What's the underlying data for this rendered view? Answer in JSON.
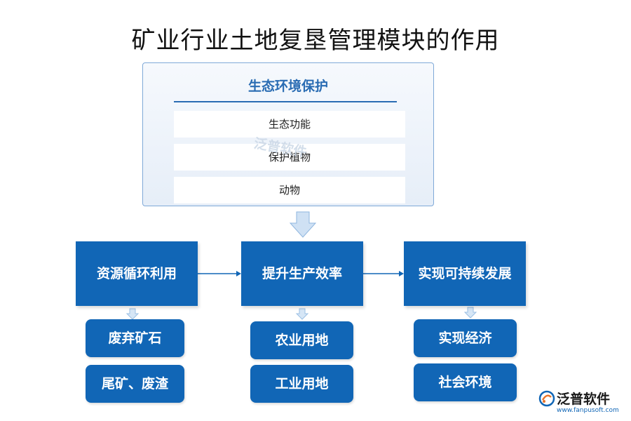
{
  "title": "矿业行业土地复垦管理模块的作用",
  "top_panel": {
    "title": "生态环境保护",
    "items": [
      "生态功能",
      "保护植物",
      "动物"
    ]
  },
  "columns": [
    {
      "label": "资源循环利用",
      "children": [
        "废弃矿石",
        "尾矿、废渣"
      ]
    },
    {
      "label": "提升生产效率",
      "children": [
        "农业用地",
        "工业用地"
      ]
    },
    {
      "label": "实现可持续发展",
      "children": [
        "实现经济",
        "社会环境"
      ]
    }
  ],
  "watermark": "泛普软件",
  "logo": {
    "name": "泛普软件",
    "url": "www.fanpusoft.com"
  },
  "colors": {
    "box": "#1166b6",
    "panel_border": "#7fa9d8",
    "panel_title": "#2a6cb3",
    "arrow": "#aacbea"
  }
}
